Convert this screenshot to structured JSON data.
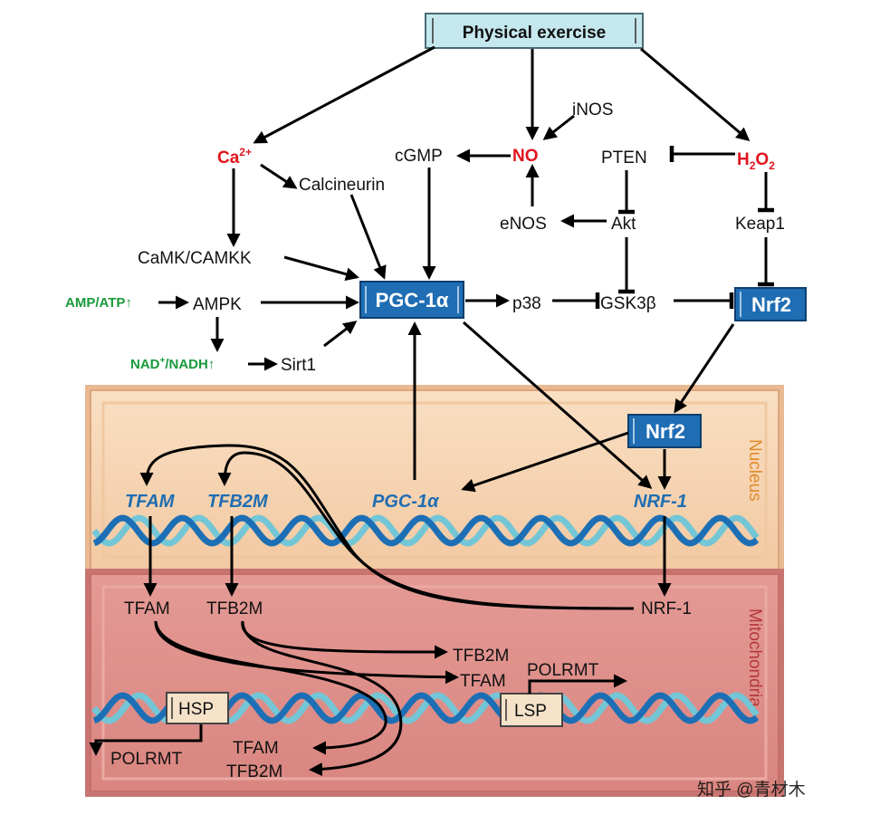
{
  "top_box": "Physical exercise",
  "nodes": {
    "ca": "Ca",
    "ca_sup": "2+",
    "calcineurin": "Calcineurin",
    "cgmp": "cGMP",
    "no": "NO",
    "inos": "iNOS",
    "enos": "eNOS",
    "pten": "PTEN",
    "h2o2_h": "H",
    "h2o2_sub": "2",
    "h2o2_o": "O",
    "h2o2_sub2": "2",
    "akt": "Akt",
    "keap1": "Keap1",
    "camk": "CaMK/CAMKK",
    "amp_atp": "AMP/ATP↑",
    "ampk": "AMPK",
    "nad": "NAD",
    "nad_sup": "+",
    "nad_rest": "/NADH↑",
    "sirt1": "Sirt1",
    "pgc_box": "PGC-1α",
    "p38": "p38",
    "gsk": "GSK3β",
    "nrf2_box": "Nrf2",
    "nrf2_nuc_box": "Nrf2"
  },
  "nucleus": {
    "label": "Nucleus",
    "genes": [
      "TFAM",
      "TFB2M",
      "PGC-1α",
      "NRF-1"
    ]
  },
  "mitochondria": {
    "label": "Mitochondria",
    "tfam": "TFAM",
    "tfb2m": "TFB2M",
    "nrf1": "NRF-1",
    "tfb2m_r": "TFB2M",
    "tfam_r": "TFAM",
    "polrmt_r": "POLRMT",
    "hsp": "HSP",
    "lsp": "LSP",
    "polrmt_l": "POLRMT",
    "tfam_b": "TFAM",
    "tfb2m_b": "TFB2M"
  },
  "watermark": "知乎 @青材木",
  "colors": {
    "nucleus_fill": "#f6d4b2",
    "mito_fill": "#e0918c",
    "box_blue": "#1f6db3",
    "text_red": "#e0141e",
    "text_green": "#1a9a3c",
    "dna_dark": "#1d6fb5",
    "dna_light": "#73c6d6"
  }
}
